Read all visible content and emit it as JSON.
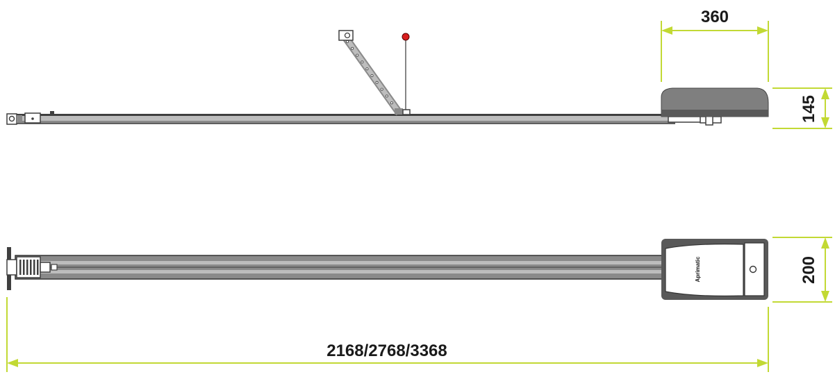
{
  "colors": {
    "dimension": "#c2d934",
    "motor_body": "#7f7f7f",
    "motor_base": "#595959",
    "rail_dark": "#3f3f3f",
    "rail_mid": "#8a8a8a",
    "rail_light": "#bdbdbd",
    "lock_knob": "#d81e1e"
  },
  "dimensions": {
    "motor_length": "360",
    "motor_height": "145",
    "motor_width": "200",
    "total_length": "2168/2768/3368"
  },
  "labels": {
    "brand_mark": "Aprimatic"
  }
}
